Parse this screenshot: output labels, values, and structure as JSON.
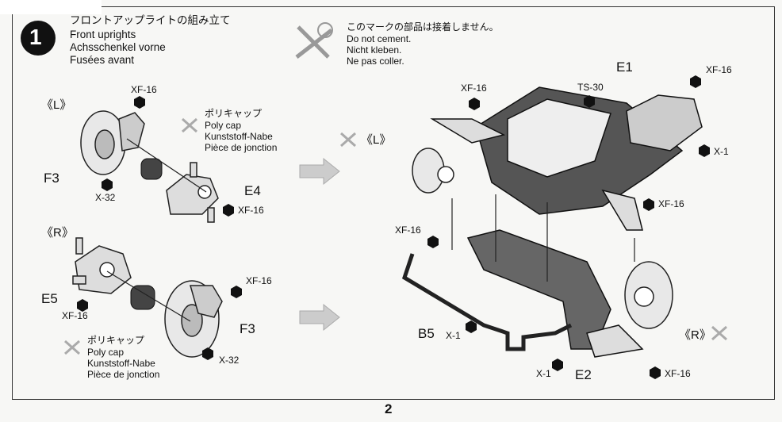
{
  "step": {
    "number": "1",
    "title_jp": "フロントアップライトの組み立て",
    "title_en": "Front uprights",
    "title_de": "Achsschenkel vorne",
    "title_fr": "Fusées avant"
  },
  "notice": {
    "jp": "このマークの部品は接着しません。",
    "en": "Do not cement.",
    "de": "Nicht kleben.",
    "fr": "Ne pas coller."
  },
  "left_assembly": {
    "l_side": {
      "label": "《L》",
      "paint": "XF-16",
      "polycap_jp": "ポリキャップ",
      "polycap_en": "Poly cap",
      "polycap_de": "Kunststoff-Nabe",
      "polycap_fr": "Pièce de jonction",
      "f3": "F3",
      "x32": "X-32",
      "e4": "E4",
      "paint2": "XF-16"
    },
    "r_side": {
      "label": "《R》",
      "e5": "E5",
      "paint1": "XF-16",
      "paint2": "XF-16",
      "f3": "F3",
      "x32": "X-32",
      "polycap_jp": "ポリキャップ",
      "polycap_en": "Poly cap",
      "polycap_de": "Kunststoff-Nabe",
      "polycap_fr": "Pièce de jonction"
    }
  },
  "right_assembly": {
    "xf16_a": "XF-16",
    "ts30": "TS-30",
    "e1": "E1",
    "xf16_b": "XF-16",
    "l_label": "《L》",
    "x1_a": "X-1",
    "xf16_c": "XF-16",
    "xf16_d": "XF-16",
    "b5": "B5",
    "x1_b": "X-1",
    "x1_c": "X-1",
    "e2": "E2",
    "r_label": "《R》",
    "xf16_e": "XF-16"
  },
  "page_number": "2"
}
